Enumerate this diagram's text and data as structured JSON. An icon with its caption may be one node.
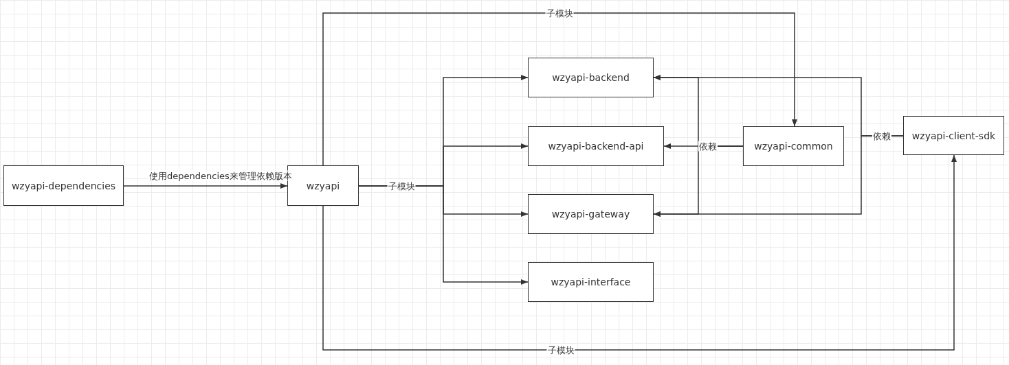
{
  "diagram": {
    "nodes": [
      {
        "text": [
          "wzyapi-dependencies"
        ]
      },
      {
        "text": [
          "wzyapi"
        ]
      },
      {
        "text": [
          "wzyapi-backend"
        ]
      },
      {
        "text": [
          "wzyapi-backend-api"
        ]
      },
      {
        "text": [
          "wzyapi-gateway"
        ]
      },
      {
        "text": [
          "wzyapi-interface"
        ]
      },
      {
        "text": [
          "wzyapi-common"
        ]
      },
      {
        "text": [
          "wzyapi-client-sdk"
        ]
      }
    ],
    "edges": [
      {
        "from": 0,
        "to": 1,
        "arrow": "to",
        "label": "使用dependencies来管理依赖版本"
      },
      {
        "from": 1,
        "to": 2,
        "arrow": "to",
        "label": "子模块"
      },
      {
        "from": 1,
        "to": 3,
        "arrow": "to"
      },
      {
        "from": 1,
        "to": 4,
        "arrow": "to"
      },
      {
        "from": 1,
        "to": 5,
        "arrow": "to"
      },
      {
        "from": 1,
        "to": 6,
        "arrow": "to",
        "label": "子模块"
      },
      {
        "from": 1,
        "to": 7,
        "arrow": "to",
        "label": "子模块"
      },
      {
        "from": 6,
        "to": 3,
        "arrow": "to",
        "label": "依赖"
      },
      {
        "from": 6,
        "to": 2,
        "arrow": "to"
      },
      {
        "from": 6,
        "to": 4,
        "arrow": "to"
      },
      {
        "from": 7,
        "to": 2,
        "arrow": "to",
        "label": "依赖"
      },
      {
        "from": 7,
        "to": 4,
        "arrow": "to"
      }
    ]
  }
}
